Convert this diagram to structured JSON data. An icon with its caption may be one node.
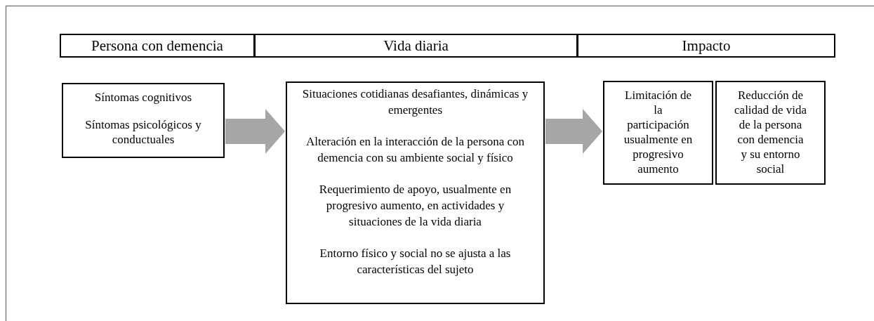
{
  "diagram": {
    "nodes": [
      {
        "text": [
          "Persona con demencia"
        ]
      },
      {
        "text": [
          "Vida diaria"
        ]
      },
      {
        "text": [
          "Impacto"
        ]
      },
      {
        "text": [
          "Síntomas cognitivos",
          "Síntomas psicológicos y conductuales"
        ]
      },
      {
        "text": [
          "Situaciones cotidianas desafiantes, dinámicas y emergentes",
          "Alteración en la interacción de la persona con demencia con su  ambiente social y físico",
          "Requerimiento de apoyo, usualmente en progresivo aumento, en actividades y situaciones de la vida diaria",
          "Entorno físico y social no se ajusta a las características del sujeto"
        ]
      },
      {
        "text": [
          "Limitación de la participación usualmente en progresivo aumento"
        ]
      },
      {
        "text": [
          "Reducción de calidad de vida de la persona con demencia y su entorno social"
        ]
      }
    ],
    "edges": [
      {
        "from": 3,
        "to": 4,
        "arrow": "to"
      },
      {
        "from": 4,
        "to": 5,
        "arrow": "to"
      }
    ]
  }
}
